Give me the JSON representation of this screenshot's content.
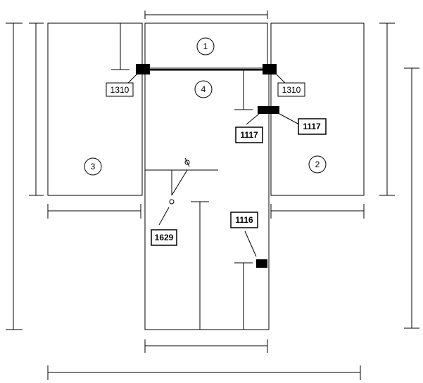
{
  "zones": {
    "zone_1": "1",
    "zone_2": "2",
    "zone_3": "3",
    "zone_4": "4"
  },
  "labels": {
    "lbl_1310_left": "1310",
    "lbl_1310_right": "1310",
    "lbl_1117_left": "1117",
    "lbl_1117_right": "1117",
    "lbl_1629": "1629",
    "lbl_1116": "1116"
  }
}
